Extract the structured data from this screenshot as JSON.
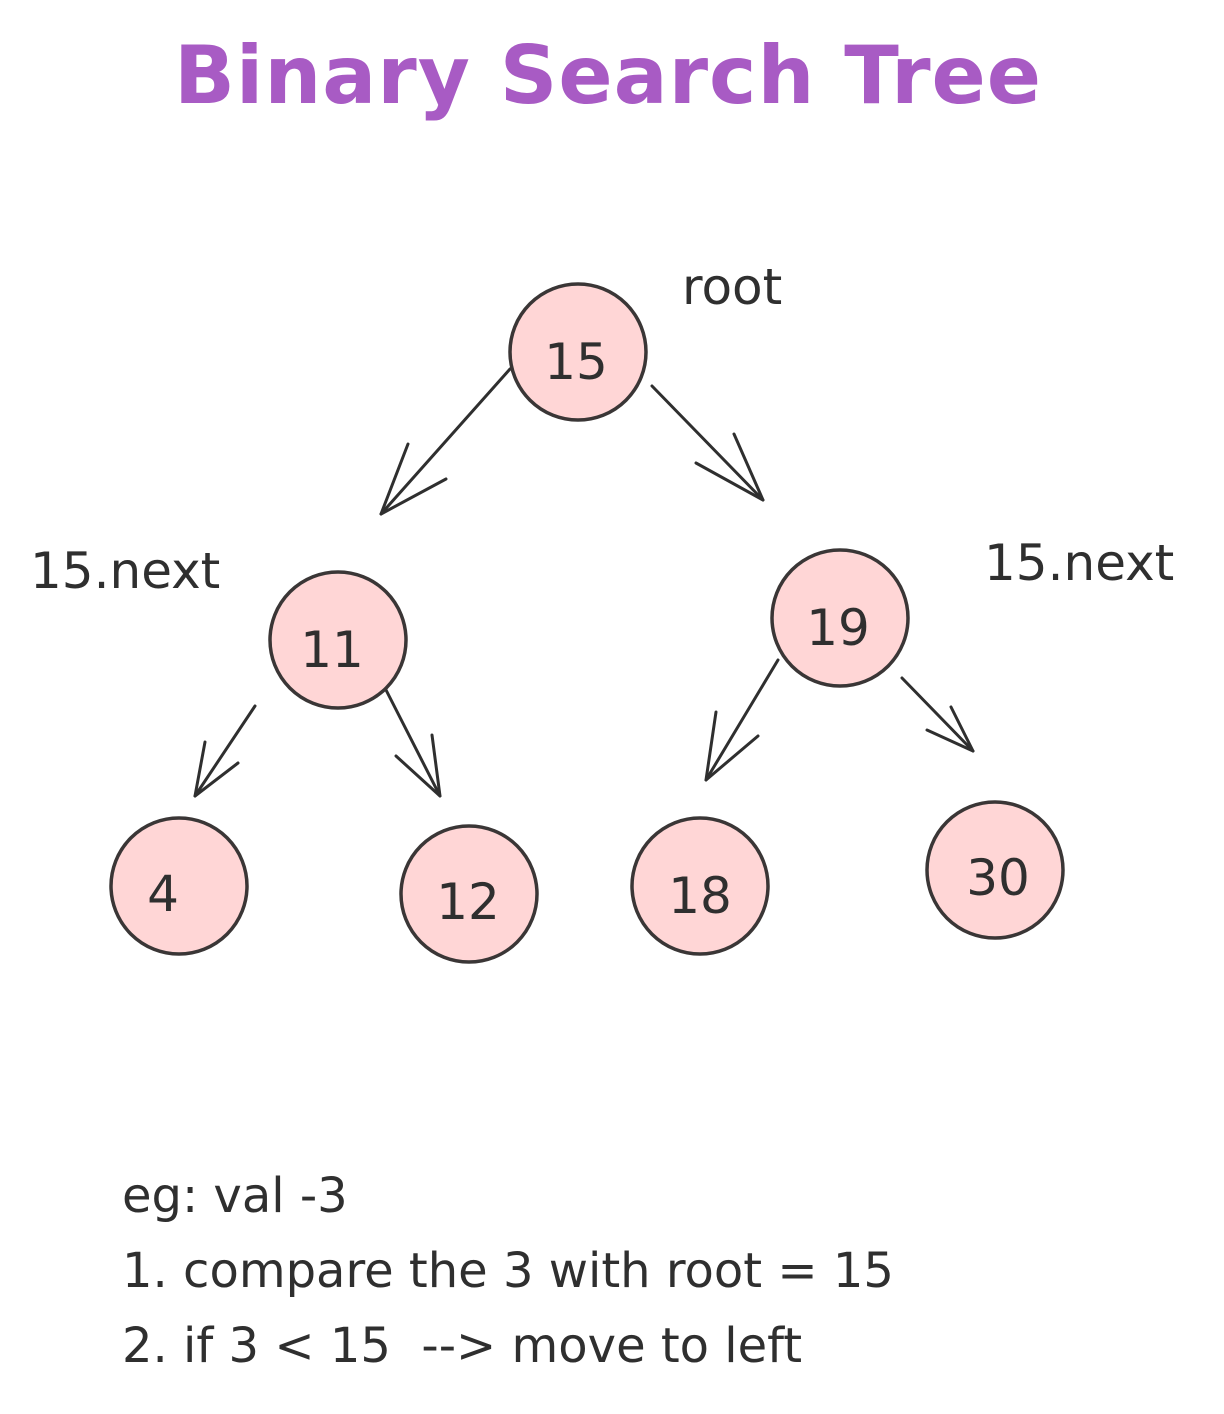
{
  "title": "Binary Search Tree",
  "colors": {
    "title": "#a85bc4",
    "node_fill": "#ffd6d6",
    "node_stroke": "#3a3636",
    "ink": "#2f2f2f"
  },
  "nodes": {
    "n15": "15",
    "n11": "11",
    "n19": "19",
    "n4": "4",
    "n12": "12",
    "n18": "18",
    "n30": "30"
  },
  "edges": [
    {
      "from": "15",
      "to": "11"
    },
    {
      "from": "15",
      "to": "19"
    },
    {
      "from": "11",
      "to": "4"
    },
    {
      "from": "11",
      "to": "12"
    },
    {
      "from": "19",
      "to": "18"
    },
    {
      "from": "19",
      "to": "30"
    }
  ],
  "annotations": {
    "root": "root",
    "left_next": "15.next",
    "right_next": "15.next"
  },
  "notes": [
    "eg: val -3",
    "1. compare the 3 with root = 15",
    "2. if 3 < 15  --> move to left"
  ]
}
